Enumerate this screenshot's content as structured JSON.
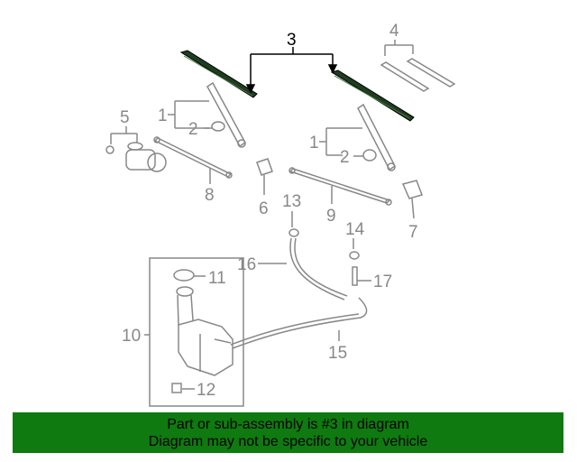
{
  "callouts": {
    "c1": "1",
    "c2": "2",
    "c3": "3",
    "c4": "4",
    "c5": "5",
    "c6": "6",
    "c7": "7",
    "c8": "8",
    "c9": "9",
    "c10": "10",
    "c11": "11",
    "c12": "12",
    "c13": "13",
    "c14": "14",
    "c15": "15",
    "c16": "16",
    "c17": "17"
  },
  "banner": {
    "line1": "Part or sub-assembly is #3 in diagram",
    "line2": "Diagram may not be specific to your vehicle",
    "color": "#0f7a0f"
  },
  "colors": {
    "highlight": "#1f3d1f",
    "part_line": "#888888"
  }
}
